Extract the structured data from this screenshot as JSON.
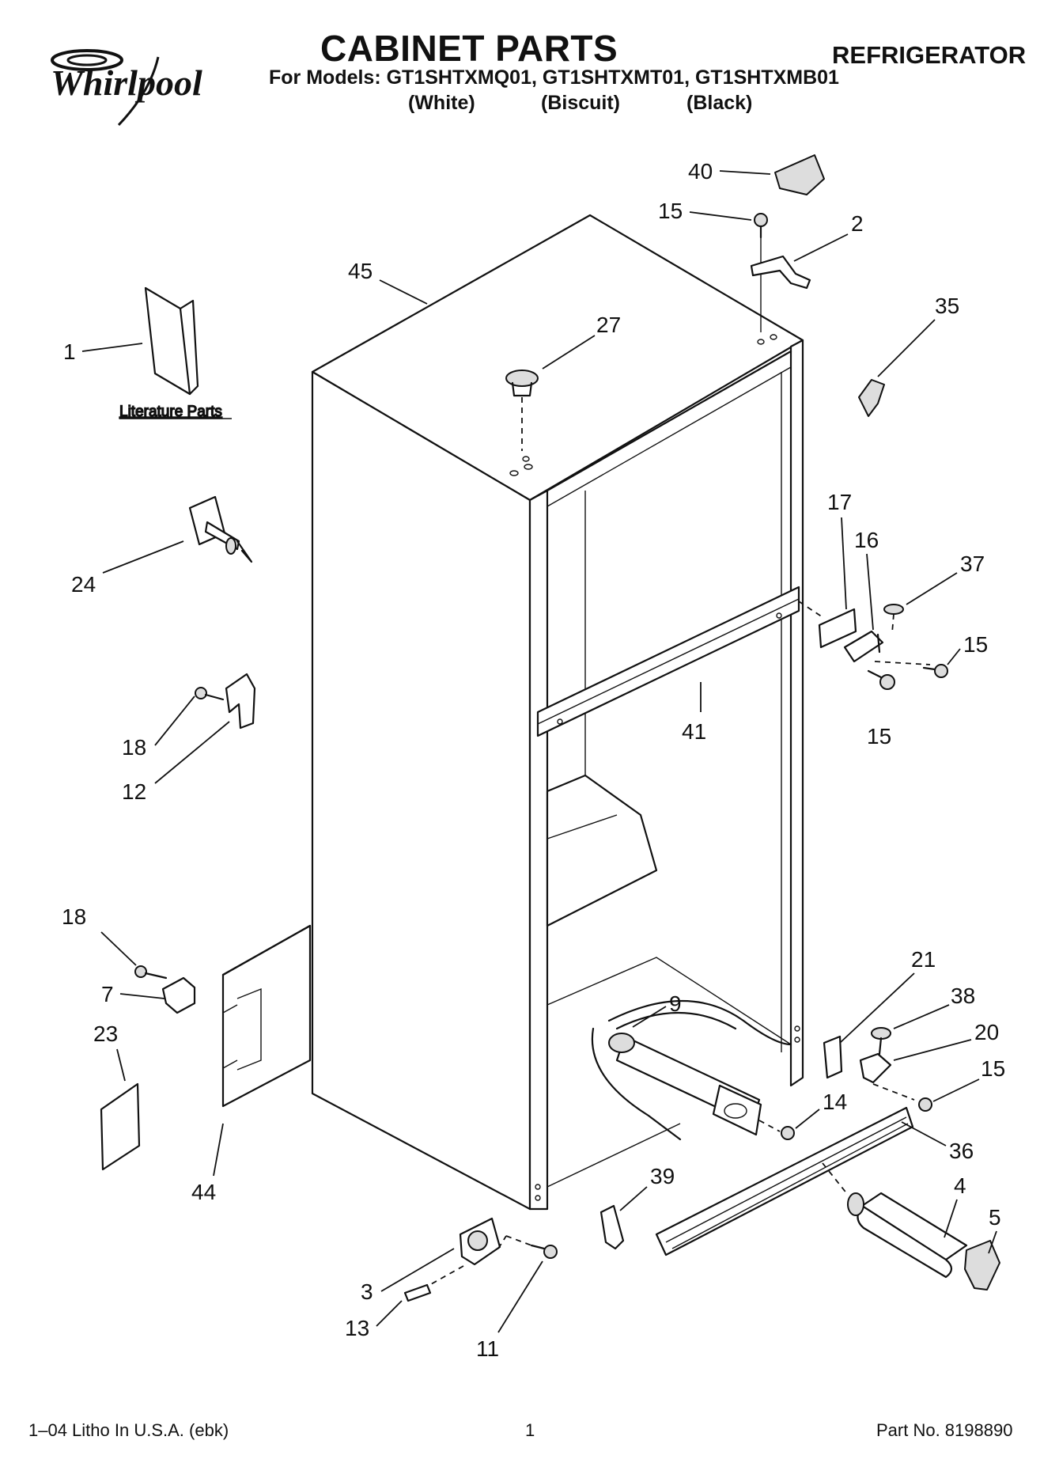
{
  "header": {
    "brand": "Whirlpool",
    "title": "CABINET PARTS",
    "models_line": "For Models: GT1SHTXMQ01, GT1SHTXMT01, GT1SHTXMB01",
    "variants": [
      "(White)",
      "(Biscuit)",
      "(Black)"
    ],
    "category": "REFRIGERATOR"
  },
  "diagram": {
    "literature_label": "Literature Parts",
    "callouts": [
      "1",
      "2",
      "3",
      "4",
      "5",
      "7",
      "9",
      "11",
      "12",
      "13",
      "14",
      "15",
      "15",
      "15",
      "15",
      "16",
      "17",
      "18",
      "18",
      "20",
      "21",
      "23",
      "24",
      "27",
      "35",
      "36",
      "37",
      "38",
      "39",
      "40",
      "41",
      "44",
      "45"
    ]
  },
  "footer": {
    "litho": "1–04 Litho In U.S.A. (ebk)",
    "page_number": "1",
    "part_number": "Part No. 8198890"
  }
}
